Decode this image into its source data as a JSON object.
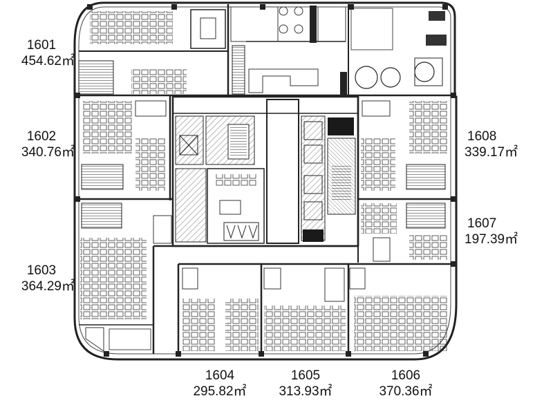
{
  "units": [
    {
      "id": "1601",
      "area": "454.62㎡"
    },
    {
      "id": "1602",
      "area": "340.76㎡"
    },
    {
      "id": "1603",
      "area": "364.29㎡"
    },
    {
      "id": "1604",
      "area": "295.82㎡"
    },
    {
      "id": "1605",
      "area": "313.93㎡"
    },
    {
      "id": "1606",
      "area": "370.36㎡"
    },
    {
      "id": "1607",
      "area": "197.39㎡"
    },
    {
      "id": "1608",
      "area": "339.17㎡"
    }
  ],
  "colors": {
    "line": "#222222",
    "hatch": "#bdbdbd",
    "dark": "#1a1a1a",
    "background": "#ffffff"
  }
}
